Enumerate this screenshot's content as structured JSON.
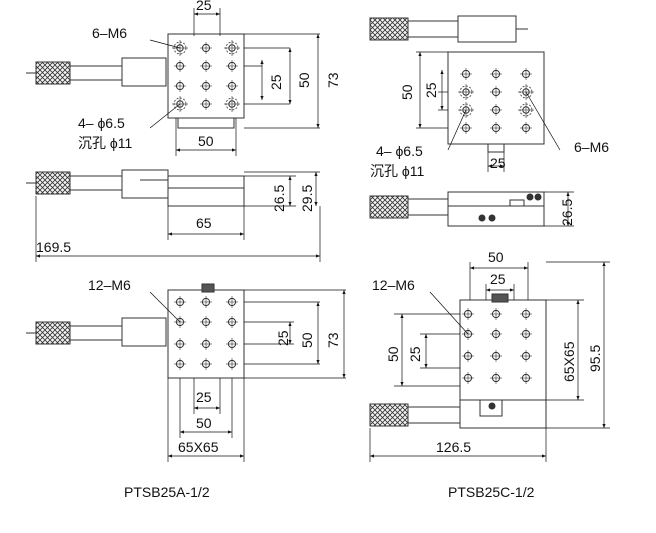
{
  "drawing_A": {
    "top_view": {
      "dim_top": "25",
      "callout_threads": "6–M6",
      "dim_inner_height": "25",
      "dim_mid_height": "50",
      "dim_outer_height": "73",
      "callout_holes": "4– ϕ6.5",
      "callout_counterbore": "沉孔 ϕ11",
      "dim_bottom": "50"
    },
    "side_view": {
      "dim_height_inner": "26.5",
      "dim_height_outer": "29.5",
      "dim_width": "65",
      "dim_total_length": "169.5"
    },
    "lower_view": {
      "callout_threads": "12–M6",
      "dim_inner_height": "25",
      "dim_mid_height": "50",
      "dim_outer_height": "73",
      "dim_bottom_inner": "25",
      "dim_bottom_mid": "50",
      "dim_bottom_outer": "65X65"
    },
    "model": "PTSB25A-1/2"
  },
  "drawing_C": {
    "top_view": {
      "dim_height_outer": "50",
      "dim_height_inner": "25",
      "callout_holes": "4– ϕ6.5",
      "callout_counterbore": "沉孔 ϕ11",
      "callout_threads": "6–M6",
      "dim_bottom": "25"
    },
    "side_view": {
      "dim_height": "26.5"
    },
    "lower_view": {
      "dim_top_outer": "50",
      "dim_top_inner": "25",
      "callout_threads": "12–M6",
      "dim_left_outer": "50",
      "dim_left_inner": "25",
      "dim_right_inner": "65X65",
      "dim_right_outer": "95.5",
      "dim_total_length": "126.5"
    },
    "model": "PTSB25C-1/2"
  }
}
